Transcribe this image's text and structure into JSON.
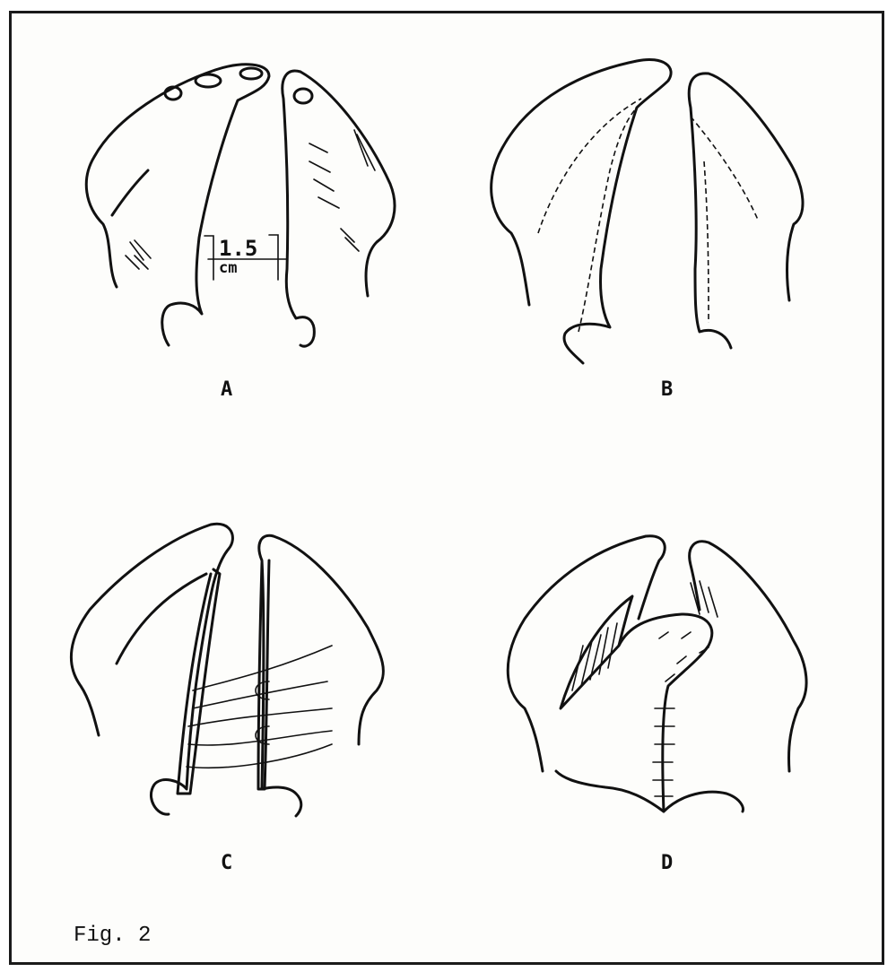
{
  "figure": {
    "caption": "Fig. 2",
    "panels": [
      {
        "label": "A",
        "measurement_value": "1.5",
        "measurement_unit": "cm"
      },
      {
        "label": "B"
      },
      {
        "label": "C"
      },
      {
        "label": "D"
      }
    ]
  }
}
